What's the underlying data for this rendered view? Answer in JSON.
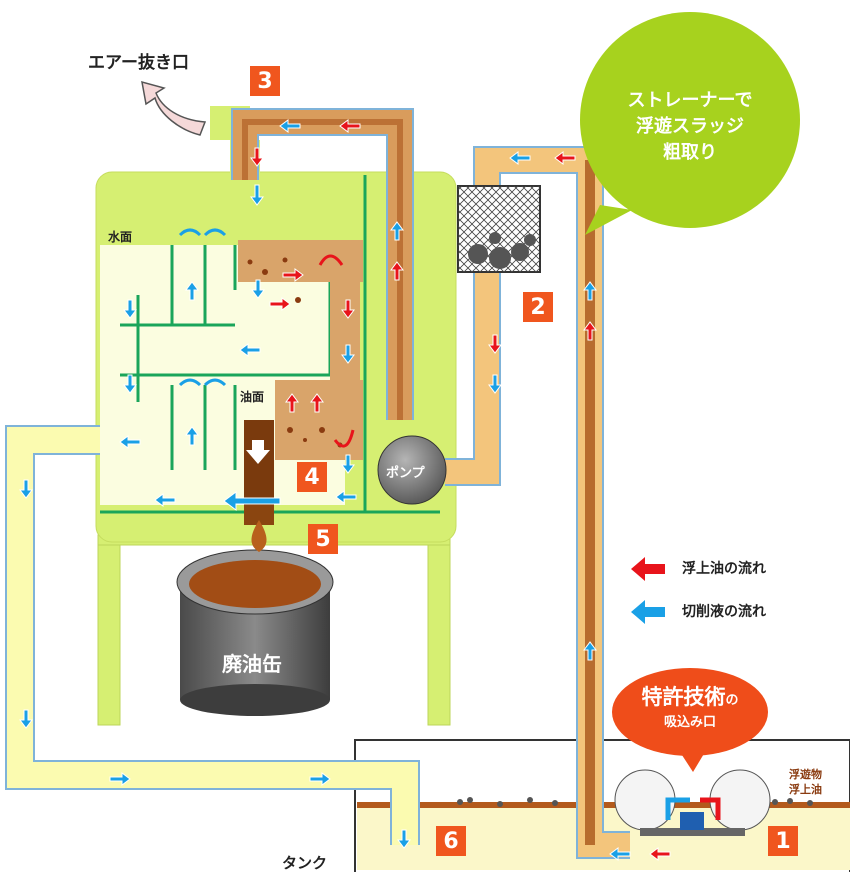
{
  "labels": {
    "air_vent": "エアー抜き口",
    "water_surface": "水面",
    "oil_surface": "油面",
    "pump": "ポンプ",
    "waste_can": "廃油缶",
    "tank": "タンク",
    "floating": "浮遊物",
    "floating_oil": "浮上油",
    "intake": "吸込み口",
    "patent": "特許技術",
    "patent_suffix": "の"
  },
  "bubble": {
    "line1": "ストレーナーで",
    "line2": "浮遊スラッジ",
    "line3": "粗取り"
  },
  "legend": [
    {
      "label": "浮上油の流れ",
      "color": "#e8141b"
    },
    {
      "label": "切削液の流れ",
      "color": "#1aa0e6"
    }
  ],
  "steps": [
    "1",
    "2",
    "3",
    "4",
    "5",
    "6"
  ],
  "colors": {
    "oil": "#e8141b",
    "coolant": "#1aa0e6",
    "device": "#d6ef72",
    "bubble": "#a7d21e",
    "badge": "#f0561e",
    "patent": "#ef4d1a"
  }
}
